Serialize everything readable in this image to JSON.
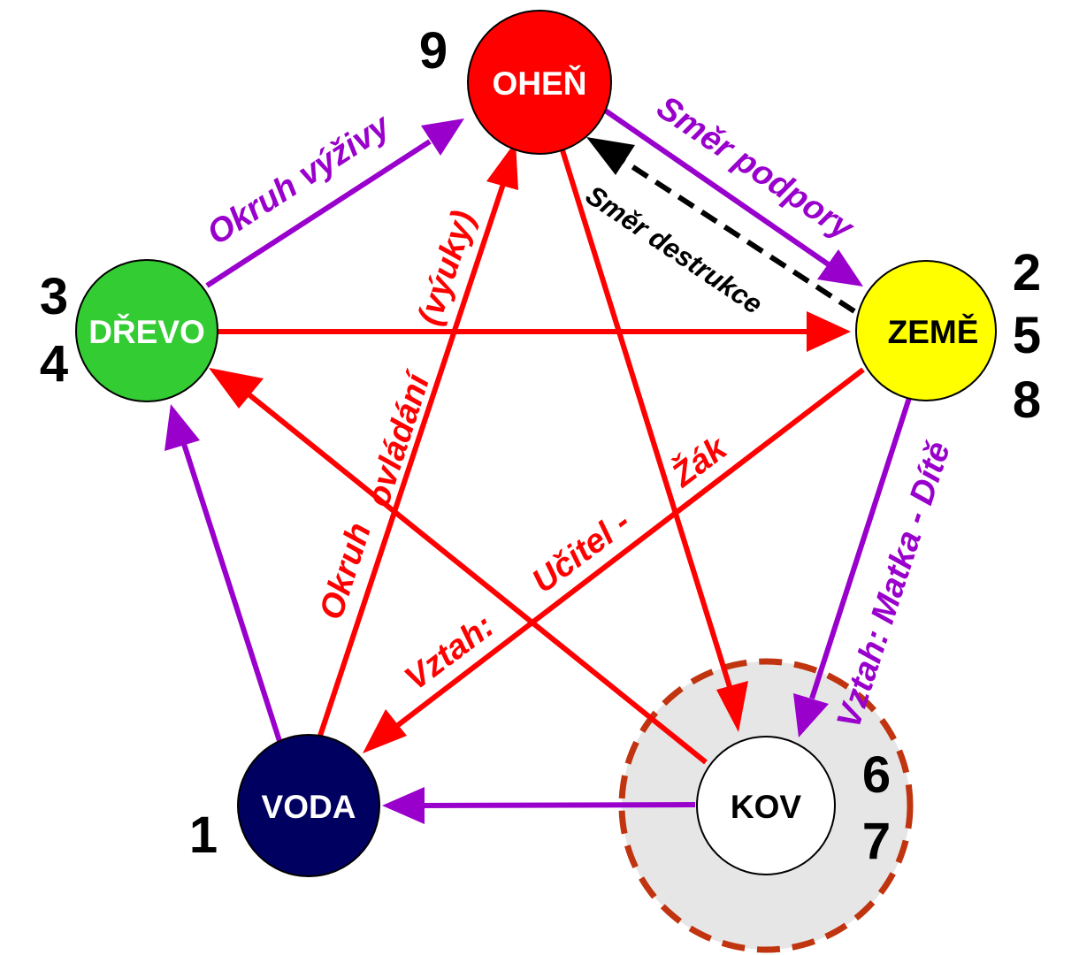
{
  "colors": {
    "ohen": "#ff0000",
    "zeme": "#ffff00",
    "kov": "#ffffff",
    "voda": "#000060",
    "drevo": "#33cc33",
    "control_arrow": "#ff0000",
    "support_arrow": "#9900cc",
    "destruction_arrow": "#000000",
    "kov_halo_fill": "#e6e6e6",
    "kov_halo_stroke": "#c0340f"
  },
  "nodes": {
    "ohen": {
      "label": "OHEŇ",
      "numbers": [
        "9"
      ]
    },
    "zeme": {
      "label": "ZEMĚ",
      "numbers": [
        "2",
        "5",
        "8"
      ]
    },
    "kov": {
      "label": "KOV",
      "numbers": [
        "6",
        "7"
      ]
    },
    "voda": {
      "label": "VODA",
      "numbers": [
        "1"
      ]
    },
    "drevo": {
      "label": "DŘEVO",
      "numbers": [
        "3",
        "4"
      ]
    }
  },
  "labels": {
    "nourishment_cycle": "Okruh výživy",
    "support_direction": "Směr podpory",
    "destruction_direction": "Směr destrukce",
    "mother_child": "Vztah: Matka - Dítě",
    "control_cycle_1": "Okruh",
    "control_cycle_2": "ovládání",
    "control_cycle_3": "(výuky)",
    "teacher_student_1": "Vztah:",
    "teacher_student_2": "Učitel -",
    "teacher_student_3": "Žák"
  }
}
